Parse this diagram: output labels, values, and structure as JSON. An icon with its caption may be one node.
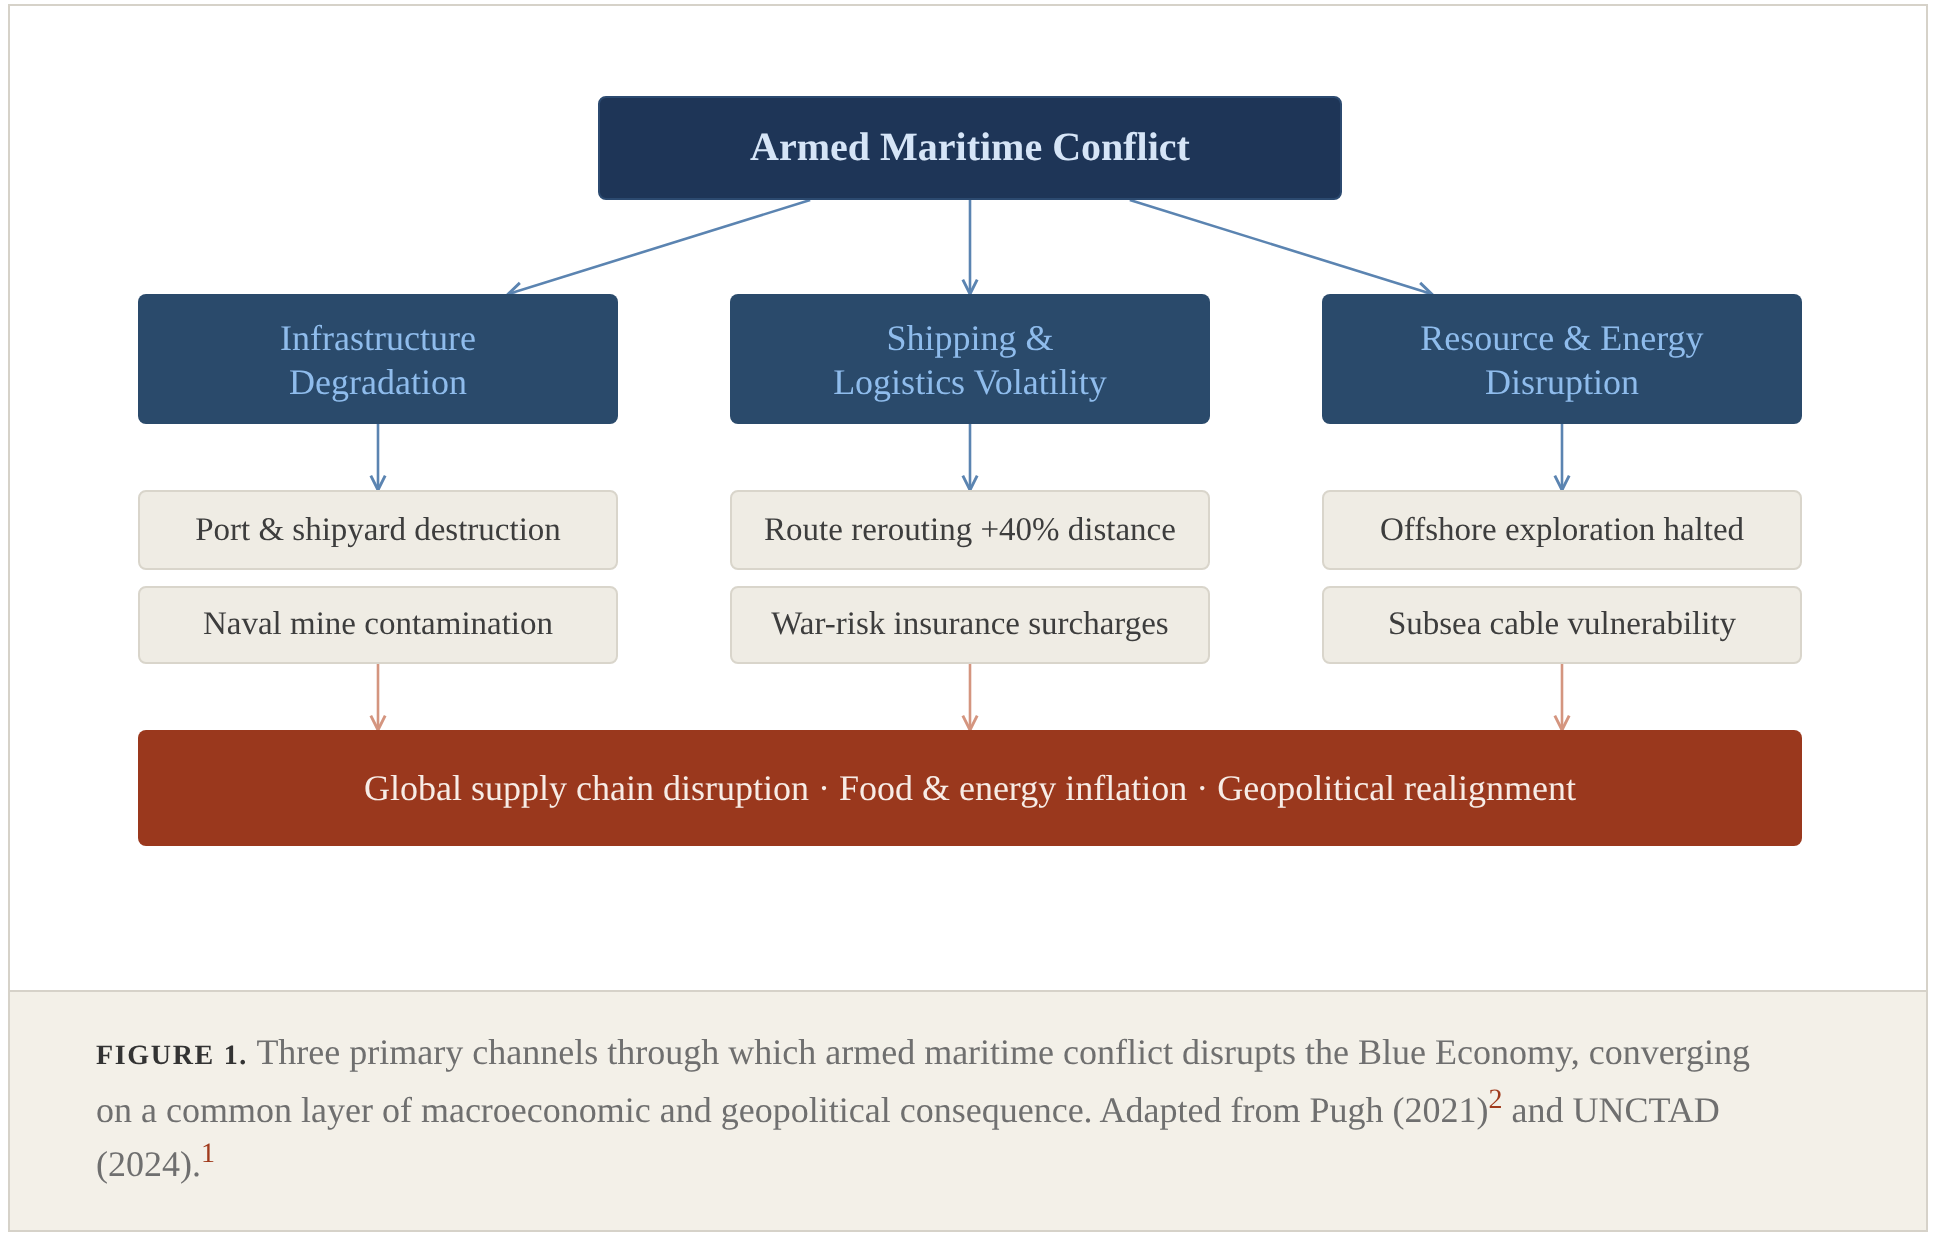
{
  "diagram": {
    "nodes": [
      {
        "text": [
          "Armed Maritime Conflict"
        ]
      },
      {
        "text": [
          "Infrastructure Degradation"
        ]
      },
      {
        "text": [
          "Shipping & Logistics Volatility"
        ]
      },
      {
        "text": [
          "Resource & Energy Disruption"
        ]
      },
      {
        "text": [
          "Port & shipyard destruction"
        ]
      },
      {
        "text": [
          "Naval mine contamination"
        ]
      },
      {
        "text": [
          "Route rerouting +40% distance"
        ]
      },
      {
        "text": [
          "War-risk insurance surcharges"
        ]
      },
      {
        "text": [
          "Offshore exploration halted"
        ]
      },
      {
        "text": [
          "Subsea cable vulnerability"
        ]
      },
      {
        "text": [
          "Global supply chain disruption · Food & energy inflation · Geopolitical realignment"
        ]
      }
    ],
    "edges": [
      {
        "from": 0,
        "to": 1,
        "arrow": "to"
      },
      {
        "from": 0,
        "to": 2,
        "arrow": "to"
      },
      {
        "from": 0,
        "to": 3,
        "arrow": "to"
      },
      {
        "from": 1,
        "to": 4,
        "arrow": "to"
      },
      {
        "from": 2,
        "to": 6,
        "arrow": "to"
      },
      {
        "from": 3,
        "to": 8,
        "arrow": "to"
      },
      {
        "from": 5,
        "to": 10,
        "arrow": "to",
        "color": "#d4957f"
      },
      {
        "from": 7,
        "to": 10,
        "arrow": "to",
        "color": "#d4957f"
      },
      {
        "from": 9,
        "to": 10,
        "arrow": "to",
        "color": "#d4957f"
      }
    ],
    "caption": "**FIGURE 1.** Three primary channels through which armed maritime conflict disrupts the Blue Economy, converging on a common layer of macroeconomic and geopolitical consequence. Adapted from Pugh (2021)$^{2}$ and UNCTAD (2024).$^{1}$"
  }
}
